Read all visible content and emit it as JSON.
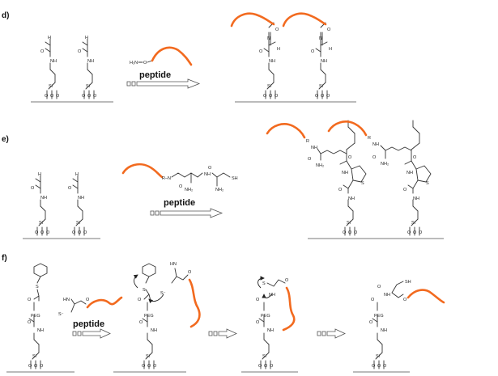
{
  "panels": [
    {
      "id": "d",
      "label": "d)",
      "arrow_text": "peptide"
    },
    {
      "id": "e",
      "label": "e)",
      "arrow_text": "peptide"
    },
    {
      "id": "f",
      "label": "f)",
      "arrow_text": "peptide"
    }
  ],
  "atoms": {
    "H": "H",
    "O": "O",
    "NH": "NH",
    "N": "N",
    "Si": "Si",
    "H2N": "H₂N",
    "SH": "SH",
    "HN": "HN",
    "NH2": "NH₂",
    "S": "S",
    "S_minus": "S⁻",
    "PEG": "PEG",
    "R": "R",
    "R_nh": "R–N",
    "NH_minus": "NH"
  },
  "colors": {
    "peptide": "#f26a1f",
    "bonds": "#333333",
    "surface": "#777777"
  }
}
